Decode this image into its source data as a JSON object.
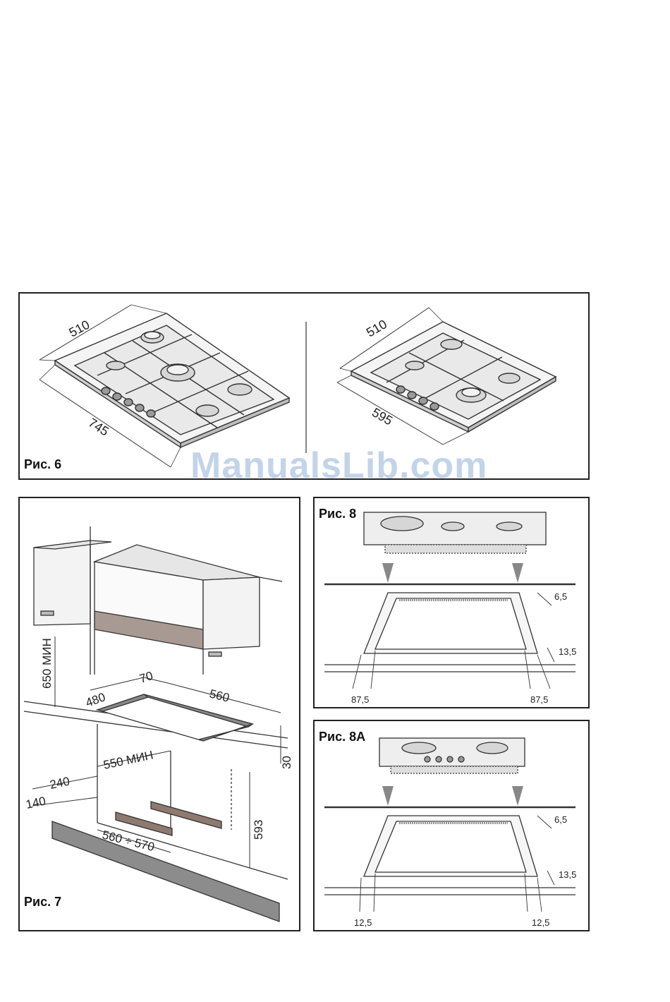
{
  "figures": {
    "fig6": {
      "label": "Рис. 6",
      "left_hob": {
        "depth": "510",
        "width": "745"
      },
      "right_hob": {
        "depth": "510",
        "width": "595"
      }
    },
    "fig7": {
      "label": "Рис. 7",
      "dims": {
        "d650": "650 МИН",
        "d70": "70",
        "d480": "480",
        "d560": "560",
        "d30": "30",
        "d550": "550 МИН",
        "d240": "240",
        "d140": "140",
        "d593": "593",
        "d560_570": "560 ÷ 570"
      }
    },
    "fig8": {
      "label": "Рис. 8",
      "dims": {
        "top": "6,5",
        "mid": "13,5",
        "left": "87,5",
        "right": "87,5"
      }
    },
    "fig8a": {
      "label": "Рис. 8А",
      "dims": {
        "top": "6,5",
        "mid": "13,5",
        "left": "12,5",
        "right": "12,5"
      }
    }
  },
  "watermark": "ManualsLib.com"
}
